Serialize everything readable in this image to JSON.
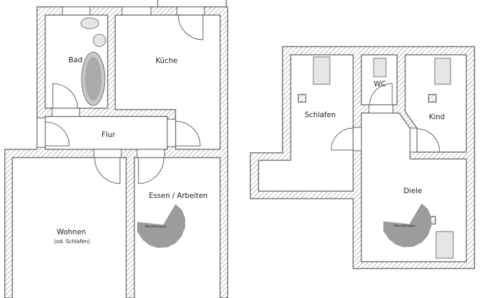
{
  "ground_floor": {
    "rooms": {
      "bad": "Bad",
      "kueche": "Küche",
      "flur": "Flur",
      "wohnen": "Wohnen",
      "wohnen_note": "(od. Schlafen)",
      "essen": "Essen / Arbeiten"
    },
    "stair_label": "Wendeltreppe"
  },
  "upper_floor": {
    "rooms": {
      "schlafen": "Schlafen",
      "wc": "WC",
      "kind": "Kind",
      "diele": "Diele"
    },
    "stair_label": "Wendeltreppe"
  }
}
